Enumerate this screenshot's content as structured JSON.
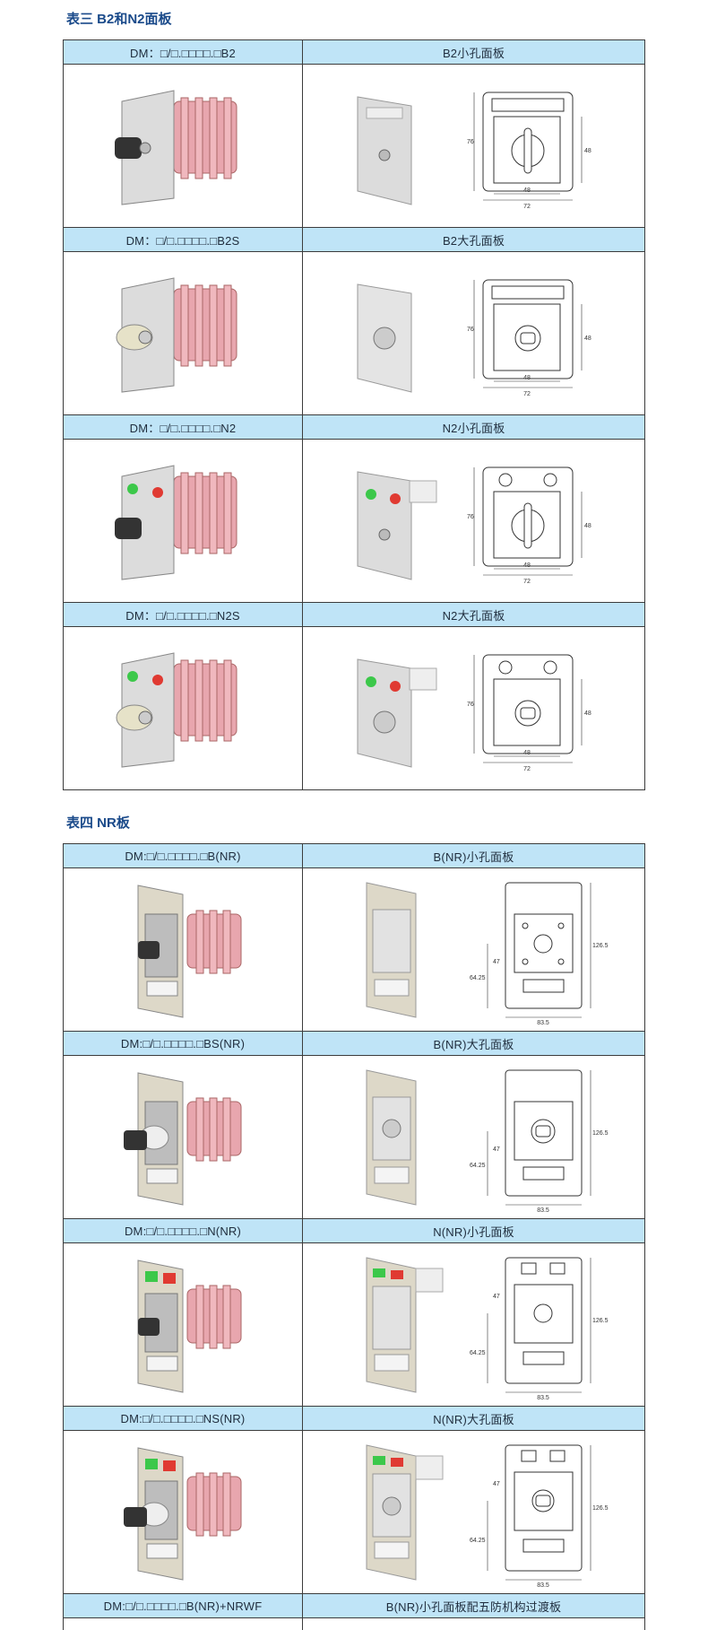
{
  "section3": {
    "title": "表三  B2和N2面板",
    "rows": [
      {
        "model": "DM：□/□.□□□□.□B2",
        "panel": "B2小孔面板"
      },
      {
        "model": "DM：□/□.□□□□.□B2S",
        "panel": "B2大孔面板"
      },
      {
        "model": "DM：□/□.□□□□.□N2",
        "panel": "N2小孔面板"
      },
      {
        "model": "DM：□/□.□□□□.□N2S",
        "panel": "N2大孔面板"
      }
    ]
  },
  "section4": {
    "title": "表四  NR板",
    "rows": [
      {
        "model": "DM:□/□.□□□□.□B(NR)",
        "panel": "B(NR)小孔面板"
      },
      {
        "model": "DM:□/□.□□□□.□BS(NR)",
        "panel": "B(NR)大孔面板"
      },
      {
        "model": "DM:□/□.□□□□.□N(NR)",
        "panel": "N(NR)小孔面板"
      },
      {
        "model": "DM:□/□.□□□□.□NS(NR)",
        "panel": "N(NR)大孔面板"
      },
      {
        "model": "DM:□/□.□□□□.□B(NR)+NRWF",
        "panel": "B(NR)小孔面板配五防机构过渡板"
      }
    ]
  },
  "dims": {
    "b2_h": "76",
    "b2_inner": "48",
    "b2_w1": "48",
    "b2_w2": "72",
    "nr_h": "126.5",
    "nr_a": "64.25",
    "nr_b": "47",
    "nr_w": "83.5"
  },
  "colors": {
    "header_bg": "#bfe4f7",
    "title_color": "#1a4a8a",
    "pink": "#e8a6ae",
    "green": "#3cc84a",
    "red": "#e03a32"
  }
}
